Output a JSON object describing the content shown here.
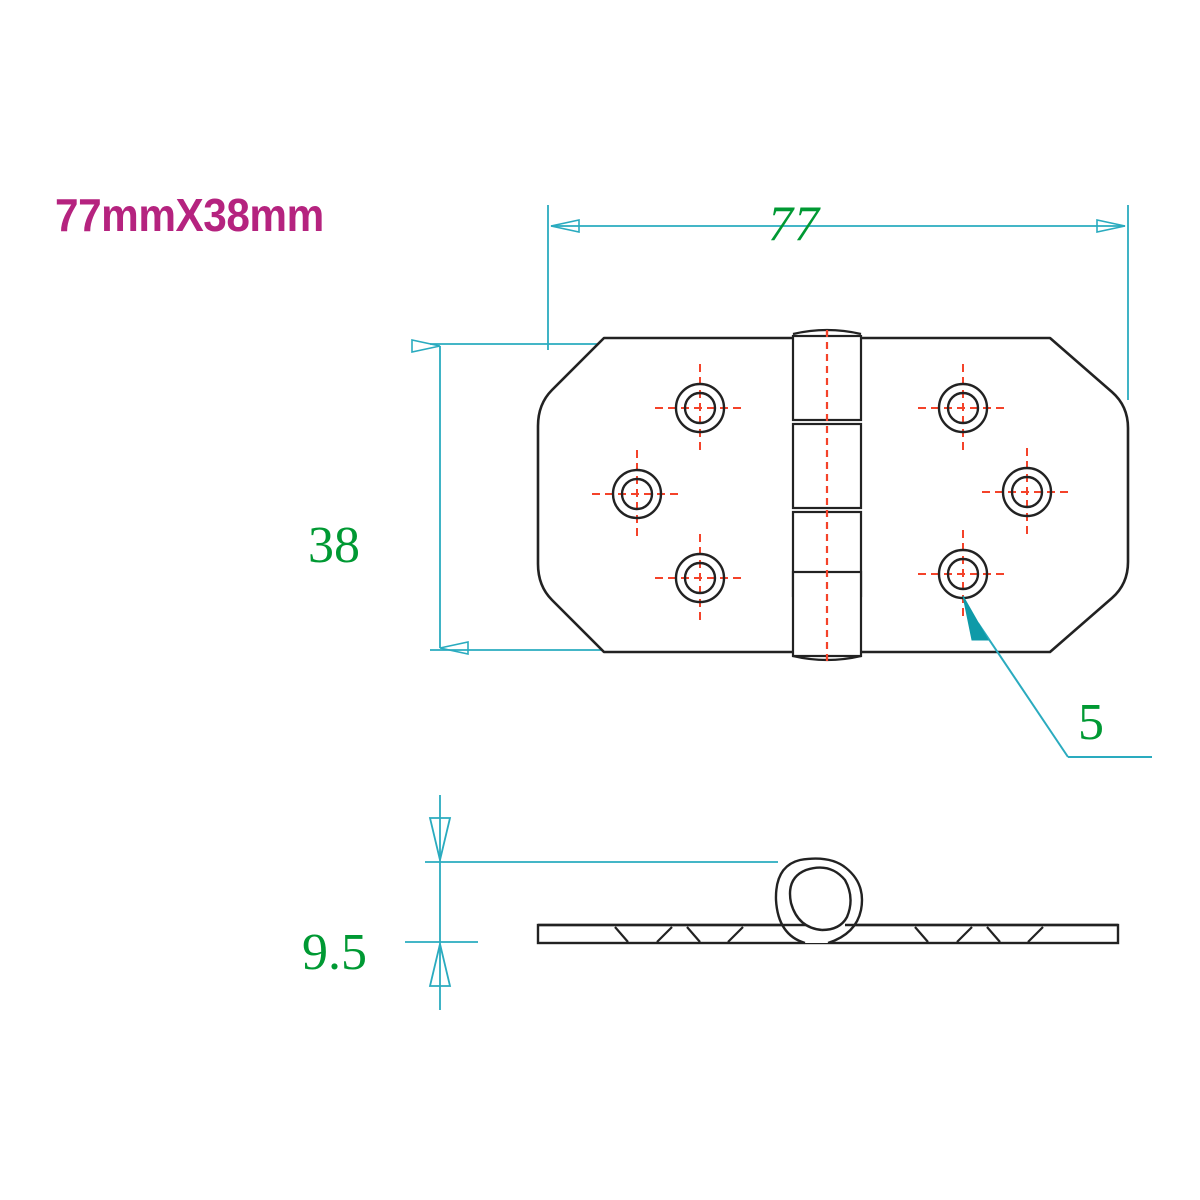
{
  "drawing": {
    "title": "77mmX38mm",
    "colors": {
      "title": "#b5237f",
      "dimension_text": "#009933",
      "dimension_line": "#2aabbf",
      "leader_arrow": "#0f9aa8",
      "outline": "#222222",
      "centerline": "#f4432a",
      "background": "#ffffff"
    },
    "annotations": {
      "width": "77",
      "height": "38",
      "hole_diameter": "5",
      "thickness": "9.5"
    },
    "views": {
      "plan": {
        "name": "plan-view",
        "hole_count": 6
      },
      "side": {
        "name": "side-view"
      }
    }
  }
}
